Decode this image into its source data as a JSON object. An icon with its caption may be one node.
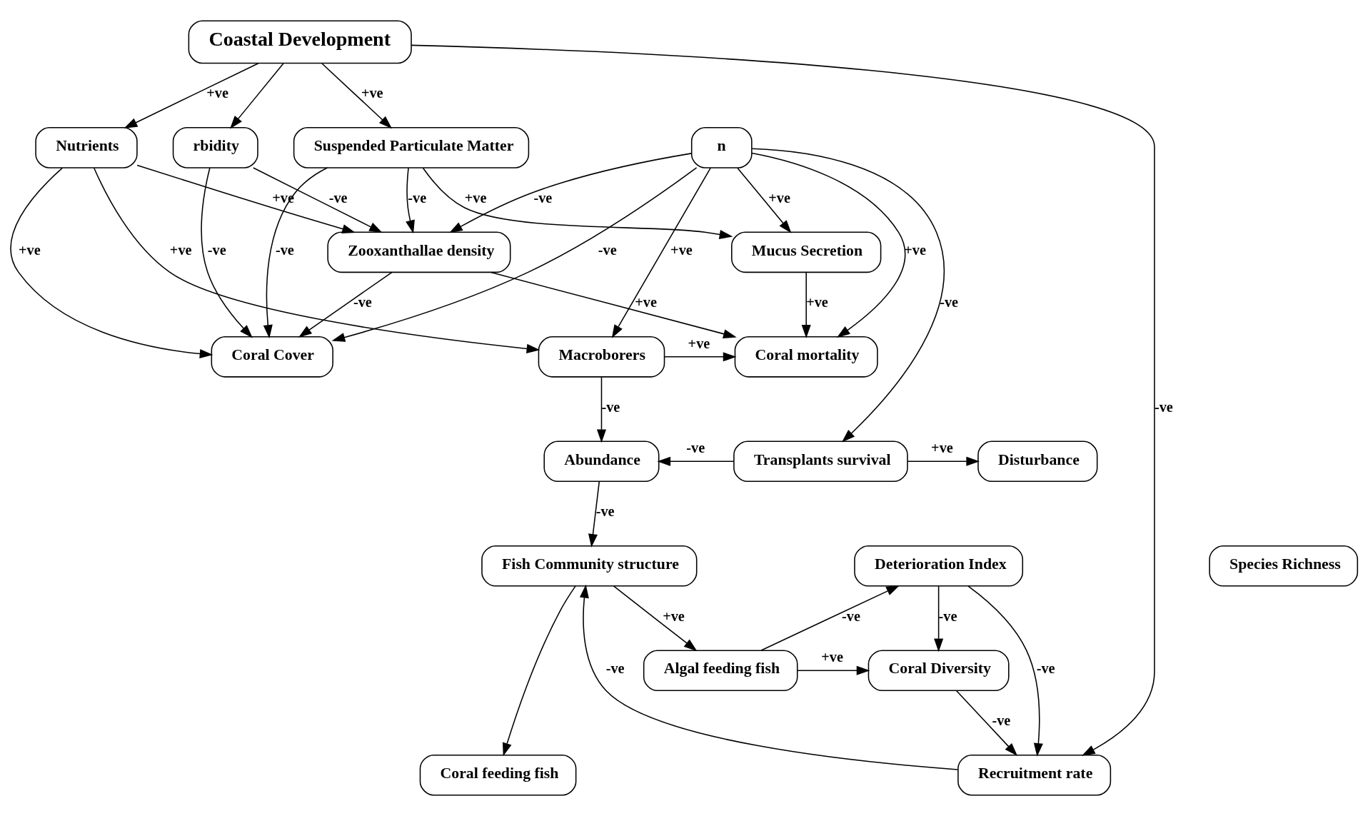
{
  "diagram": {
    "nodes": [
      {
        "text": [
          "Coastal Development"
        ]
      },
      {
        "text": [
          "rbidity"
        ]
      },
      {
        "text": [
          "n"
        ]
      },
      {
        "text": [
          "Suspended Particulate Matter"
        ]
      },
      {
        "text": [
          "Nutrients"
        ]
      },
      {
        "text": [
          "Zooxanthallae density"
        ]
      },
      {
        "text": [
          "Mucus Secretion"
        ]
      },
      {
        "text": [
          "Coral mortality"
        ]
      },
      {
        "text": [
          "Disturbance"
        ]
      },
      {
        "text": [
          "Deterioration Index"
        ]
      },
      {
        "text": [
          "Macroborers"
        ]
      },
      {
        "text": [
          "Transplants survival"
        ]
      },
      {
        "text": [
          "Coral Cover"
        ]
      },
      {
        "text": [
          "Abundance"
        ]
      },
      {
        "text": [
          "Species Richness"
        ]
      },
      {
        "text": [
          "Coral Diversity"
        ]
      },
      {
        "text": [
          "Fish Community structure"
        ]
      },
      {
        "text": [
          "Algal feeding fish"
        ]
      },
      {
        "text": [
          "Coral feeding fish"
        ]
      },
      {
        "text": [
          "Recruitment rate"
        ]
      }
    ],
    "edges": [
      {
        "from": 0,
        "to": 3,
        "arrow": "to",
        "label": "+ve"
      },
      {
        "from": 0,
        "to": 4,
        "arrow": "to",
        "label": "+ve"
      },
      {
        "from": 0,
        "to": 1,
        "arrow": "to"
      },
      {
        "from": 3,
        "to": 5,
        "arrow": "to",
        "label": "-ve"
      },
      {
        "from": 3,
        "to": 6,
        "arrow": "to",
        "label": "+ve"
      },
      {
        "from": 3,
        "to": 12,
        "arrow": "to",
        "label": "-ve"
      },
      {
        "from": 2,
        "to": 5,
        "arrow": "to",
        "label": "-ve"
      },
      {
        "from": 1,
        "to": 5,
        "arrow": "to",
        "label": "-ve"
      },
      {
        "from": 4,
        "to": 5,
        "arrow": "to",
        "label": "+ve"
      },
      {
        "from": 2,
        "to": 7,
        "arrow": "to",
        "label": "+ve"
      },
      {
        "from": 2,
        "to": 6,
        "arrow": "to",
        "label": "+ve"
      },
      {
        "from": 2,
        "to": 11,
        "arrow": "to",
        "label": "-ve"
      },
      {
        "from": 2,
        "to": 10,
        "arrow": "to",
        "label": "+ve"
      },
      {
        "from": 2,
        "to": 12,
        "arrow": "to",
        "label": "-ve"
      },
      {
        "from": 5,
        "to": 12,
        "arrow": "to",
        "label": "-ve"
      },
      {
        "from": 0,
        "to": 19,
        "arrow": "to",
        "label": "-ve"
      },
      {
        "from": 1,
        "to": 12,
        "arrow": "to",
        "label": "-ve"
      },
      {
        "from": 4,
        "to": 10,
        "arrow": "to",
        "label": "+ve"
      },
      {
        "from": 4,
        "to": 12,
        "arrow": "to",
        "label": "+ve"
      },
      {
        "from": 5,
        "to": 7,
        "arrow": "to",
        "label": "+ve"
      },
      {
        "from": 6,
        "to": 7,
        "arrow": "to",
        "label": "+ve"
      },
      {
        "from": 10,
        "to": 7,
        "arrow": "to",
        "label": "+ve"
      },
      {
        "from": 10,
        "to": 13,
        "arrow": "to",
        "label": "-ve"
      },
      {
        "from": 11,
        "to": 8,
        "arrow": "to",
        "label": "+ve"
      },
      {
        "from": 11,
        "to": 13,
        "arrow": "to",
        "label": "-ve"
      },
      {
        "from": 13,
        "to": 16,
        "arrow": "to",
        "label": "-ve"
      },
      {
        "from": 16,
        "to": 17,
        "arrow": "to",
        "label": "+ve"
      },
      {
        "from": 16,
        "to": 18,
        "arrow": "to"
      },
      {
        "from": 17,
        "to": 9,
        "arrow": "to",
        "label": "-ve"
      },
      {
        "from": 17,
        "to": 15,
        "arrow": "to",
        "label": "+ve"
      },
      {
        "from": 19,
        "to": 16,
        "arrow": "to",
        "label": "-ve"
      },
      {
        "from": 15,
        "to": 19,
        "arrow": "to",
        "label": "-ve"
      },
      {
        "from": 9,
        "to": 19,
        "arrow": "to",
        "label": "-ve"
      },
      {
        "from": 9,
        "to": 15,
        "arrow": "to",
        "label": "-ve"
      }
    ]
  }
}
